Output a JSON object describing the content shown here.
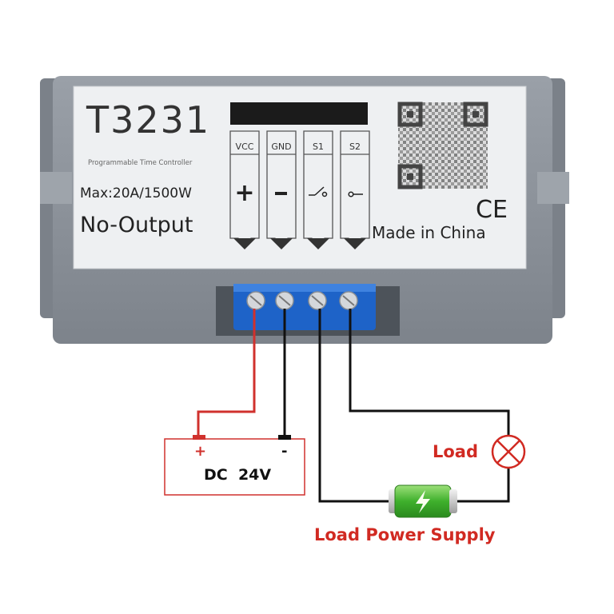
{
  "module": {
    "model": "T3231",
    "subtitle": "Programmable Time Controller",
    "max_rating": "Max:20A/1500W",
    "output_type": "No-Output",
    "origin": "Made in China",
    "certification_mark": "CE",
    "terminals": [
      {
        "label": "VCC",
        "symbol": "+"
      },
      {
        "label": "GND",
        "symbol": "-"
      },
      {
        "label": "S1",
        "symbol": "switch"
      },
      {
        "label": "S2",
        "symbol": "contact"
      }
    ]
  },
  "power_source": {
    "label": "DC  24V",
    "positive_mark": "+",
    "negative_mark": "-"
  },
  "load": {
    "label": "Load",
    "supply_label": "Load Power Supply"
  },
  "colors": {
    "positive_wire": "#d0312d",
    "negative_wire": "#111111",
    "signal_wire": "#111111",
    "annotation_red": "#d12a22",
    "panel_gray": "#8a9098",
    "label_bg": "#eef0f2",
    "terminal_blue": "#1e63c8",
    "battery_green": "#4fbf3a"
  }
}
